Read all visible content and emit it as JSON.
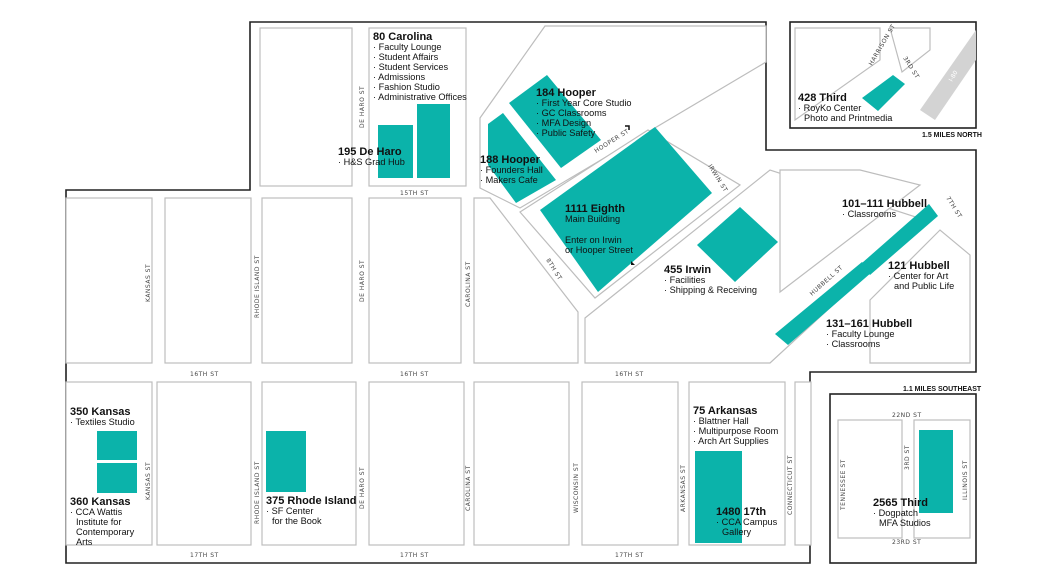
{
  "streets": {
    "de_haro": "DE HARO ST",
    "fifteenth": "15TH ST",
    "hooper": "HOOPER ST",
    "irwin": "IRWIN ST",
    "eighth": "8TH ST",
    "hubbell": "HUBBELL ST",
    "seventh": "7TH ST",
    "kansas": "KANSAS ST",
    "rhode_island": "RHODE ISLAND ST",
    "carolina": "CAROLINA ST",
    "sixteenth": "16TH ST",
    "seventeenth": "17TH ST",
    "wisconsin": "WISCONSIN ST",
    "arkansas": "ARKANSAS ST",
    "connecticut": "CONNECTICUT ST",
    "harrison": "HARRISON ST",
    "third": "3RD ST",
    "i80": "I-80",
    "twentysecond": "22ND ST",
    "twentythird": "23RD ST",
    "tennessee": "TENNESSEE ST",
    "illinois": "ILLINOIS ST"
  },
  "notes": {
    "north": "1.5 MILES NORTH",
    "southeast": "1.1 MILES SOUTHEAST"
  },
  "buildings": {
    "b80carolina": {
      "name": "80 Carolina",
      "items": [
        "· Faculty Lounge",
        "· Student Affairs",
        "· Student Services",
        "· Admissions",
        "· Fashion Studio",
        "· Administrative Offices"
      ]
    },
    "b195deharo": {
      "name": "195 De Haro",
      "items": [
        "· H&S Grad Hub"
      ]
    },
    "b184hooper": {
      "name": "184 Hooper",
      "items": [
        "· First Year Core Studio",
        "· GC Classrooms",
        "· MFA Design",
        "· Public Safety"
      ]
    },
    "b188hooper": {
      "name": "188 Hooper",
      "items": [
        "· Founders Hall",
        "· Makers Cafe"
      ]
    },
    "b1111eighth": {
      "name": "1111 Eighth",
      "items": [
        "Main Building",
        "",
        "Enter on Irwin",
        "or Hooper Street"
      ]
    },
    "b455irwin": {
      "name": "455 Irwin",
      "items": [
        "· Facilities",
        "· Shipping & Receiving"
      ]
    },
    "b101hubbell": {
      "name": "101–111 Hubbell",
      "items": [
        "· Classrooms"
      ]
    },
    "b121hubbell": {
      "name": "121 Hubbell",
      "items": [
        "· Center for Art",
        "and Public Life"
      ]
    },
    "b131hubbell": {
      "name": "131–161 Hubbell",
      "items": [
        "· Faculty Lounge",
        "· Classrooms"
      ]
    },
    "b428third": {
      "name": "428 Third",
      "items": [
        "· RoyKo Center",
        "Photo and Printmedia"
      ]
    },
    "b350kansas": {
      "name": "350 Kansas",
      "items": [
        "· Textiles Studio"
      ]
    },
    "b360kansas": {
      "name": "360 Kansas",
      "items": [
        "· CCA Wattis",
        "Institute for",
        "Contemporary",
        "Arts"
      ]
    },
    "b375ri": {
      "name": "375 Rhode Island",
      "items": [
        "· SF Center",
        "for the Book"
      ]
    },
    "b75arkansas": {
      "name": "75 Arkansas",
      "items": [
        "· Blattner Hall",
        "· Multipurpose Room",
        "· Arch Art Supplies"
      ]
    },
    "b1480": {
      "name": "1480 17th",
      "items": [
        "· CCA Campus",
        "Gallery"
      ]
    },
    "b2565": {
      "name": "2565 Third",
      "items": [
        "· Dogpatch",
        "MFA Studios"
      ]
    }
  },
  "colors": {
    "building": "#0bb3aa",
    "block_outline": "#bdbdbd",
    "frame": "#222222",
    "highway": "#d3d3d3"
  }
}
